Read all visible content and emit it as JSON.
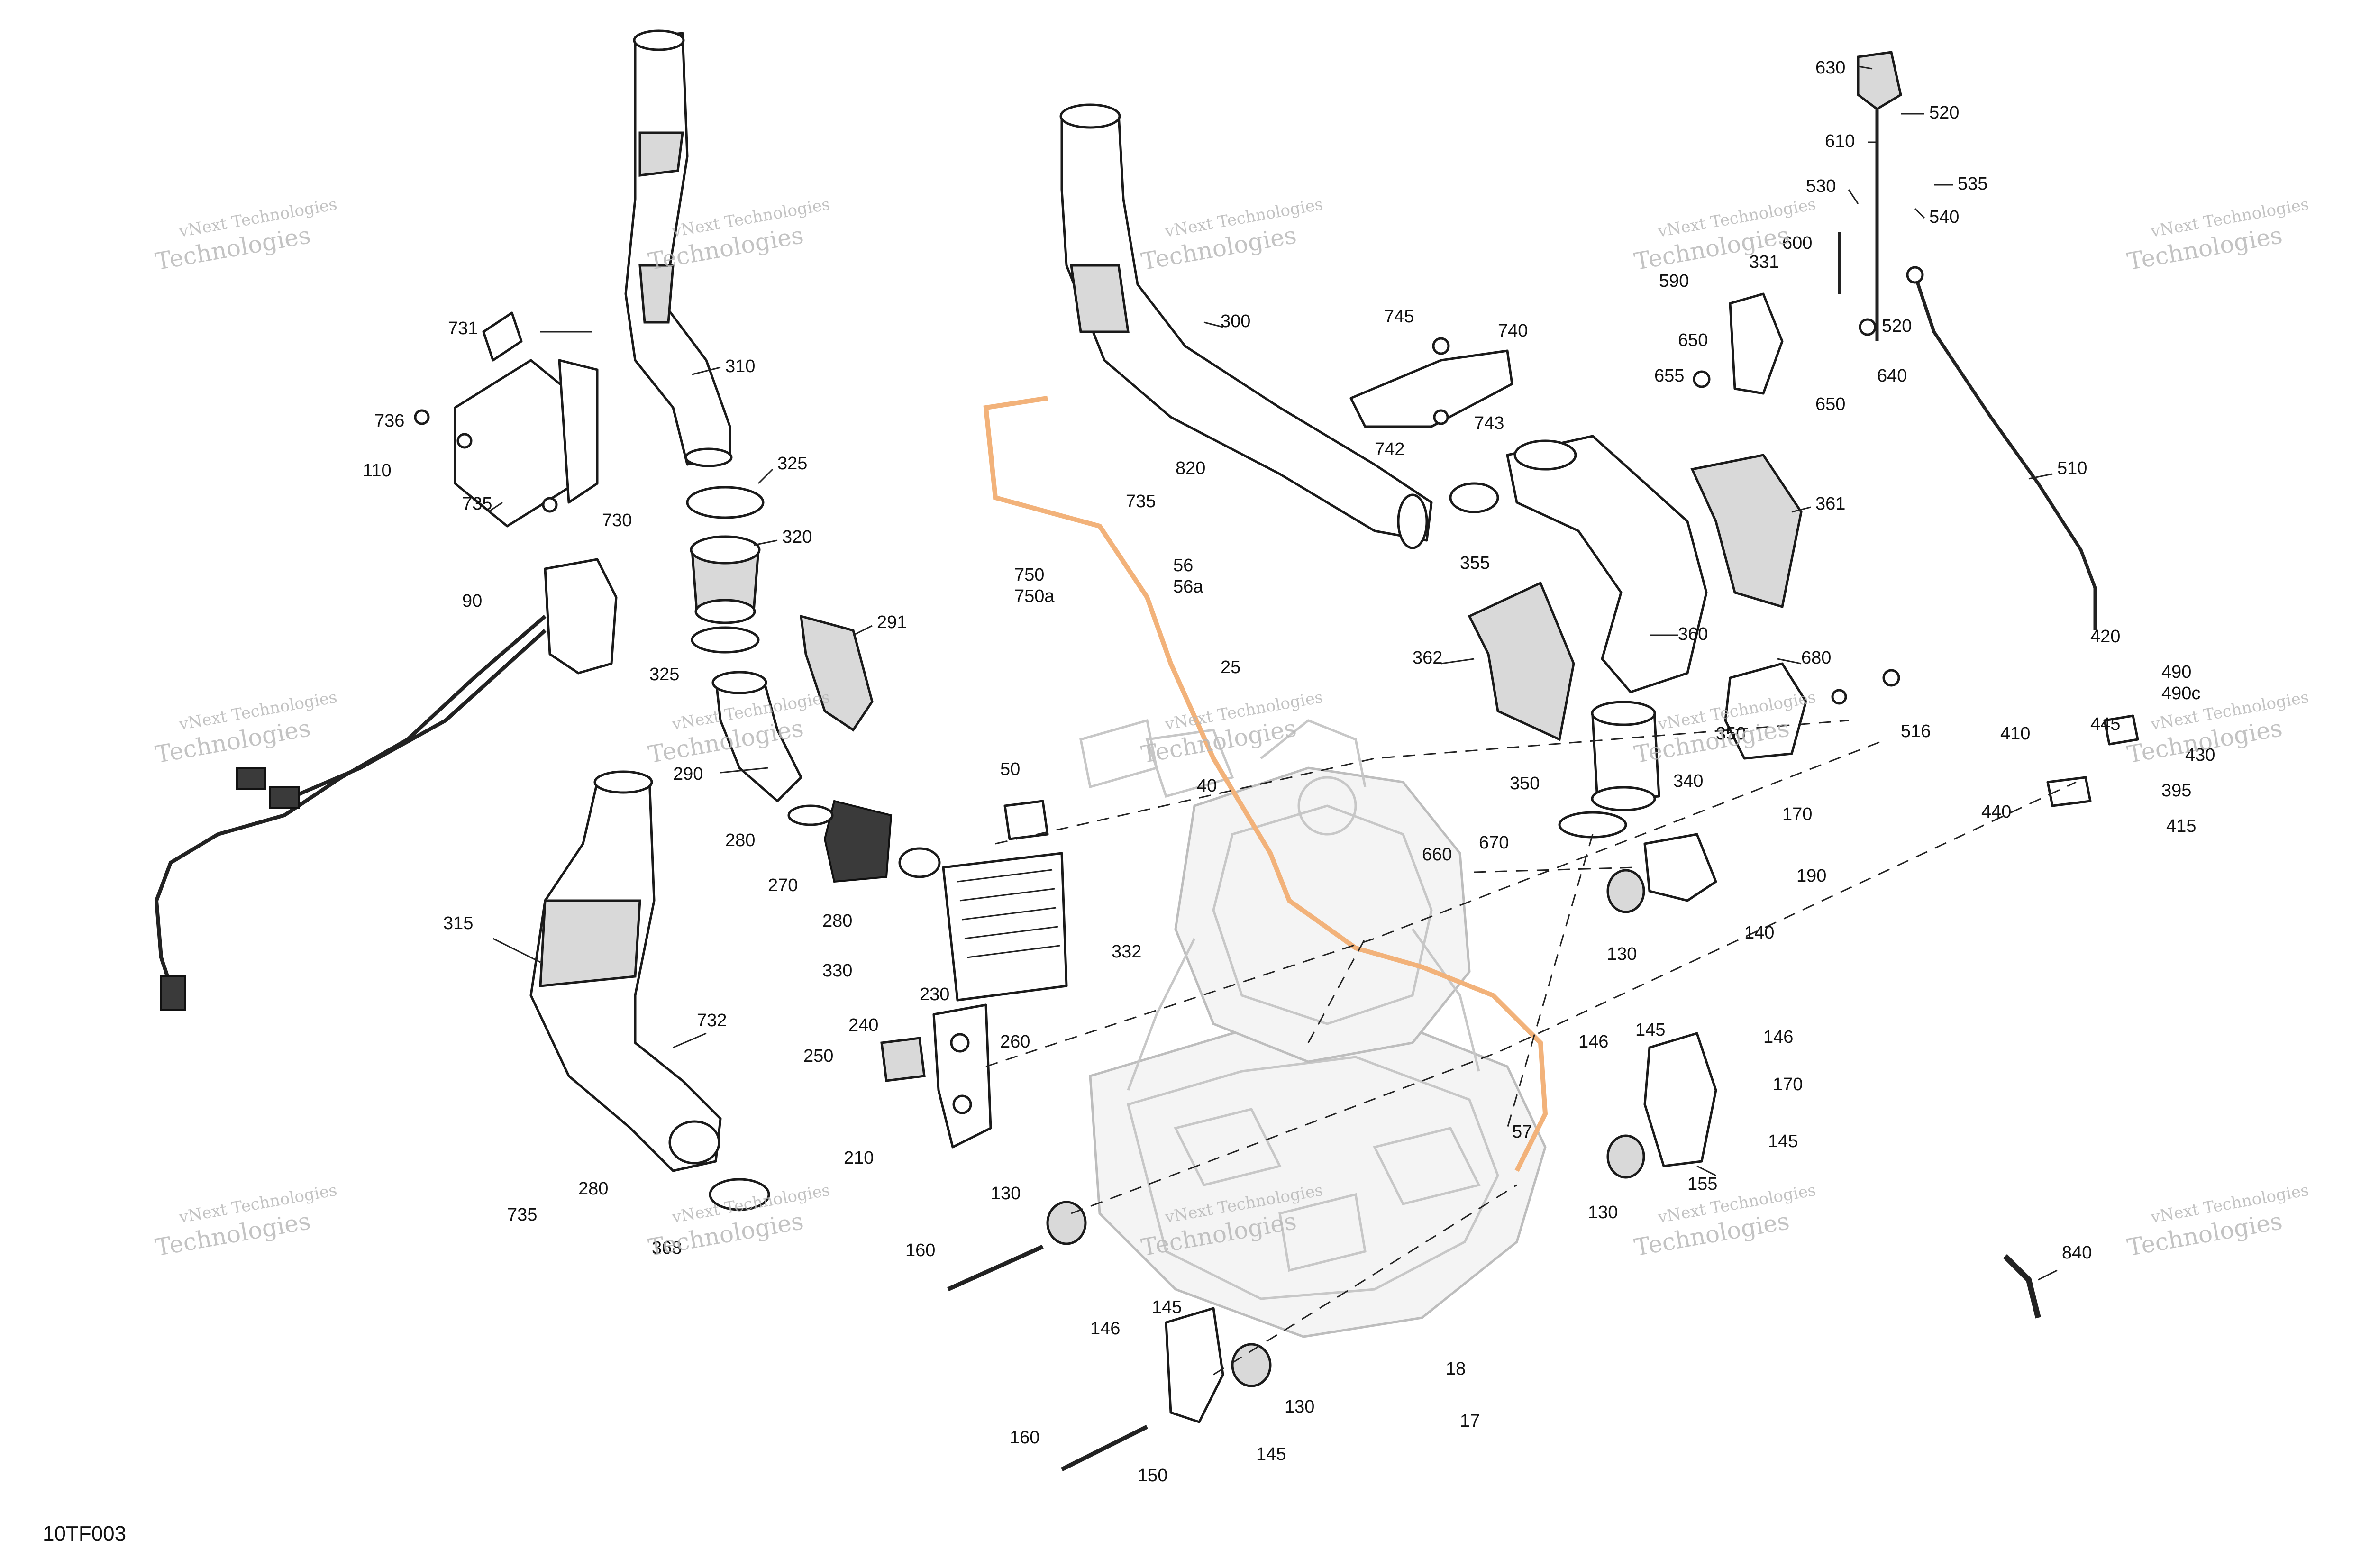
{
  "figure": {
    "reference_code": "10TF003"
  },
  "watermark": {
    "line1": "vNext Technologies",
    "line2": "Technologies"
  },
  "callouts": {
    "c630": "630",
    "c520a": "520",
    "c610": "610",
    "c535": "535",
    "c530": "530",
    "c540": "540",
    "c600": "600",
    "c331": "331",
    "c590": "590",
    "c520b": "520",
    "c650a": "650",
    "c655": "655",
    "c650b": "650",
    "c640": "640",
    "c731": "731",
    "c310": "310",
    "c736": "736",
    "c110": "110",
    "c735a": "735",
    "c730": "730",
    "c325a": "325",
    "c320": "320",
    "c325b": "325",
    "c90": "90",
    "c291": "291",
    "c290": "290",
    "c280a": "280",
    "c270": "270",
    "c280b": "280",
    "c330": "330",
    "c332": "332",
    "c50": "50",
    "c40": "40",
    "c25": "25",
    "c750": "750",
    "c750a": "750a",
    "c56": "56",
    "c56a": "56a",
    "c300": "300",
    "c820": "820",
    "c735b": "735",
    "c745": "745",
    "c740": "740",
    "c743": "743",
    "c742": "742",
    "c355": "355",
    "c361": "361",
    "c360": "360",
    "c362": "362",
    "c680": "680",
    "c516": "516",
    "c350a": "350",
    "c350b": "350",
    "c340": "340",
    "c170a": "170",
    "c190": "190",
    "c140": "140",
    "c130a": "130",
    "c660": "660",
    "c670": "670",
    "c510": "510",
    "c420": "420",
    "c490": "490",
    "c490c": "490c",
    "c410": "410",
    "c445": "445",
    "c430": "430",
    "c395": "395",
    "c440": "440",
    "c415": "415",
    "c315": "315",
    "c732": "732",
    "c735c": "735",
    "c280c": "280",
    "c368": "368",
    "c230": "230",
    "c240": "240",
    "c260": "260",
    "c250": "250",
    "c210": "210",
    "c146a": "146",
    "c145a": "145",
    "c146b": "146",
    "c170b": "170",
    "c145b": "145",
    "c57": "57",
    "c155": "155",
    "c130b": "130",
    "c130c": "130",
    "c160a": "160",
    "c145c": "145",
    "c146c": "146",
    "c130d": "130",
    "c18": "18",
    "c17": "17",
    "c160b": "160",
    "c150": "150",
    "c145d": "145",
    "c840": "840"
  },
  "colors": {
    "line": "#1a1a1a",
    "engine_outline": "#c7c7c7",
    "hose_accent": "#f2b27a",
    "watermark": "#b9b9b9"
  }
}
